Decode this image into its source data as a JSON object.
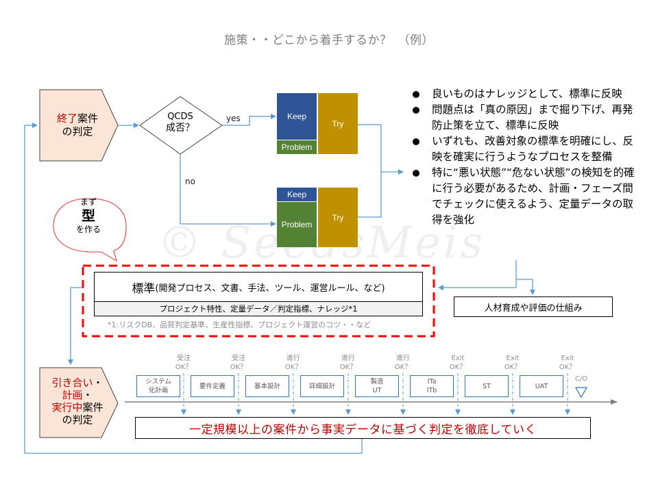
{
  "title": "施策・・どこから着手するか？　（例）",
  "top_flow": {
    "judge_box": {
      "red_part": "終了",
      "black_part": "案件",
      "line2": "の判定"
    },
    "decision": {
      "line1": "QCDS",
      "line2": "成否？"
    },
    "yes_label": "yes",
    "no_label": "no",
    "kpt_yes": {
      "keep": "Keep",
      "problem": "Problem",
      "try": "Try"
    },
    "kpt_no": {
      "keep": "Keep",
      "problem": "Problem",
      "try": "Try"
    }
  },
  "bullets": [
    "良いものはナレッジとして、標準に反映",
    "問題点は「真の原因」まで掘り下げ、再発防止策を立て、標準に反映",
    "いずれも、改善対象の標準を明確にし、反映を確実に行うようなプロセスを整備",
    "特に“悪い状態”“危ない状態”の検知を的確に行う必要があるため、計画・フェーズ間でチェックに使えるよう、定量データの取得を強化"
  ],
  "callout": {
    "line1": "まず",
    "line2": "型",
    "line3": "を作る"
  },
  "standard": {
    "main_big": "標準",
    "main_rest": "(開発プロセス、文書、手法、ツール、運営ルール、など)",
    "sub": "プロジェクト特性、定量データ／判定指標、ナレッジ*1",
    "footnote": "*1:リスクDB、品質判定基準、生産性指標、プロジェクト運営のコツ・・など"
  },
  "hr_box": "人材育成や評価の仕組み",
  "bottom_flow": {
    "judge_box": {
      "line1_red": "引き合い",
      "line1_black": "・",
      "line2_red": "計画",
      "line2_black": "・",
      "line3_red": "実行中",
      "line3_black": "案件",
      "line4": "の判定"
    },
    "phases": [
      {
        "line1": "システム",
        "line2": "化計画"
      },
      {
        "line1": "要件定義",
        "line2": ""
      },
      {
        "line1": "基本設計",
        "line2": ""
      },
      {
        "line1": "詳細設計",
        "line2": ""
      },
      {
        "line1": "製造",
        "line2": "UT"
      },
      {
        "line1": "ITa",
        "line2": "ITb"
      },
      {
        "line1": "ST",
        "line2": ""
      },
      {
        "line1": "UAT",
        "line2": ""
      }
    ],
    "gates": [
      {
        "line1": "受注",
        "line2": "OK？"
      },
      {
        "line1": "受注",
        "line2": "OK？"
      },
      {
        "line1": "進行",
        "line2": "OK？"
      },
      {
        "line1": "進行",
        "line2": "OK？"
      },
      {
        "line1": "進行",
        "line2": "OK？"
      },
      {
        "line1": "Exit",
        "line2": "OK？"
      },
      {
        "line1": "Exit",
        "line2": "OK？"
      },
      {
        "line1": "Exit",
        "line2": "OK？"
      }
    ],
    "cutover_label": "C/O",
    "conclusion": "一定規模以上の案件から事実データに基づく判定を徹底していく"
  },
  "watermark": "© SeedsMeis",
  "colors": {
    "keep": "#2f5597",
    "problem": "#548235",
    "try": "#bf9000",
    "judge_fill": "#fbe5d6",
    "accent_red": "#c00000",
    "dashed_red": "#ff0000",
    "connector_blue": "#5b9bd5",
    "phase_border": "#2e75b6"
  }
}
